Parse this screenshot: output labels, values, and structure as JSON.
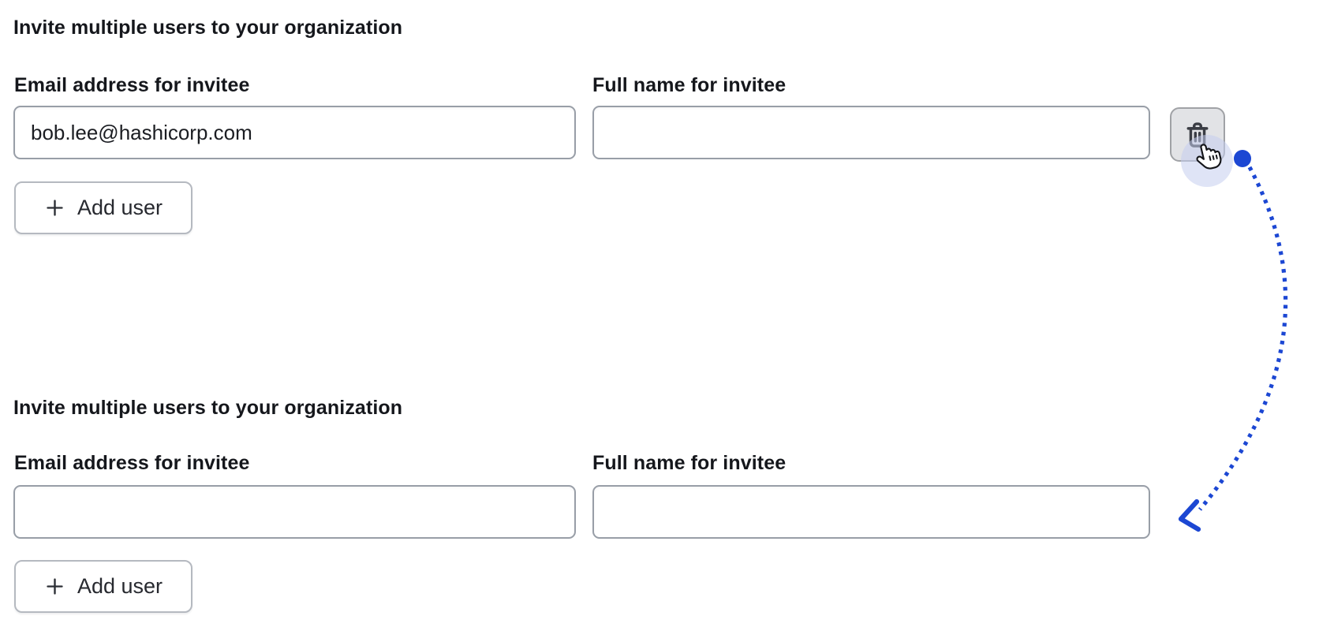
{
  "colors": {
    "background": "#ffffff",
    "text": "#15171c",
    "input_border": "#989ea7",
    "add_button_border": "#b5b9c0",
    "delete_button_bg": "#e2e3e6",
    "delete_button_border": "#a0a2a6",
    "trash_icon": "#3a3d44",
    "annotation_blue": "#1c47d3",
    "cursor_halo": "#c5cdee"
  },
  "form_sections": [
    {
      "heading": "Invite multiple users to your organization",
      "fields": [
        {
          "label": "Email address for invitee",
          "value": "bob.lee@hashicorp.com"
        },
        {
          "label": "Full name for invitee",
          "value": ""
        }
      ],
      "add_user_button_label": "Add user",
      "delete_button_visible": true
    },
    {
      "heading": "Invite multiple users to your organization",
      "fields": [
        {
          "label": "Email address for invitee",
          "value": ""
        },
        {
          "label": "Full name for invitee",
          "value": ""
        }
      ],
      "add_user_button_label": "Add user",
      "delete_button_visible": false
    }
  ],
  "annotation": {
    "shape": "dotted-curved-arrow",
    "start_marker": "filled-dot",
    "end_marker": "chevron-arrowhead",
    "cursor": "hand-pointer-over-delete-button"
  }
}
